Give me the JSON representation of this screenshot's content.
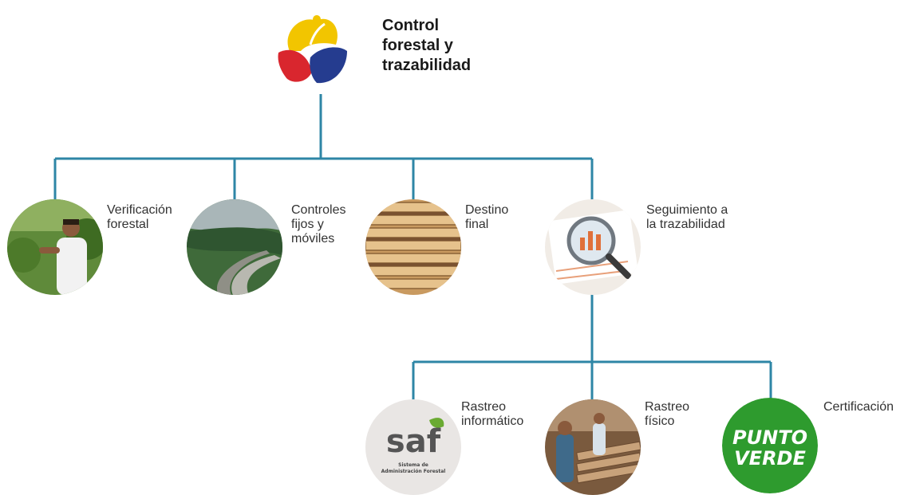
{
  "root": {
    "title_line1": "Control",
    "title_line2": "forestal y",
    "title_line3": "trazabilidad",
    "logo_icon": "ecuador-flower-logo-icon"
  },
  "level1": [
    {
      "line1": "Verificación",
      "line2": "forestal",
      "line3": "",
      "image": "forest-worker-photo"
    },
    {
      "line1": "Controles",
      "line2": "fijos y",
      "line3": "móviles",
      "image": "mountain-road-photo"
    },
    {
      "line1": "Destino",
      "line2": "final",
      "line3": "",
      "image": "stacked-lumber-photo"
    },
    {
      "line1": "Seguimiento a",
      "line2": "la trazabilidad",
      "line3": "",
      "image": "magnifier-chart-photo"
    }
  ],
  "level2": [
    {
      "line1": "Rastreo",
      "line2": "informático",
      "image": "saf-logo",
      "logo_text": "saf",
      "logo_sub1": "Sistema de",
      "logo_sub2": "Administración Forestal"
    },
    {
      "line1": "Rastreo",
      "line2": "físico",
      "image": "wood-inspection-photo"
    },
    {
      "line1": "Certificación",
      "line2": "",
      "image": "punto-verde-logo",
      "logo_line1": "PUNTO",
      "logo_line2": "VERDE"
    }
  ],
  "colors": {
    "connector": "#2e86a6",
    "punto_verde_green": "#2e9b2e",
    "saf_green": "#6aaa32",
    "logo_yellow": "#f2c500",
    "logo_blue": "#253c8f",
    "logo_red": "#d9262e"
  }
}
